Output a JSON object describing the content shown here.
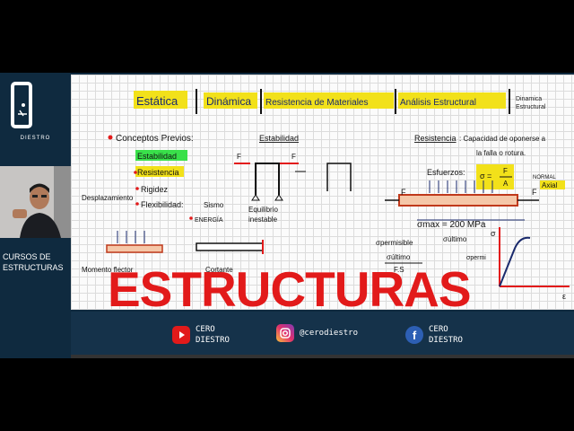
{
  "video": {
    "progress": 0.0
  },
  "sidebar": {
    "brand": "DIESTRO",
    "course_label_1": "CURSOS DE",
    "course_label_2": "ESTRUCTURAS"
  },
  "notes": {
    "t_estatica": "Estática",
    "t_dinamica": "Dinámica",
    "t_resistencia": "Resistencia de Materiales",
    "t_analisis": "Análisis Estructural",
    "t_dinamica_estructural_1": "Dinamica",
    "t_dinamica_estructural_2": "Estructural",
    "conceptos": "Conceptos Previos:",
    "estabilidad_item": "Estabilidad",
    "resistencia_item": "Resistencia",
    "rigidez_item": "Rigidez",
    "flexibilidad_item": "Flexibilidad:",
    "sismo": "Sismo",
    "energia": "ENERGÍA",
    "desplazamiento": "Desplazamiento",
    "estabilidad_head": "Estabilidad",
    "equilibrio": "Equilibrio",
    "inestable": "inestable",
    "resistencia_head": "Resistencia",
    "resistencia_def_1": ": Capacidad de oponerse a",
    "resistencia_def_2": "la falla o rotura.",
    "esfuerzos": "Esfuerzos:",
    "sigma_eq": "σ =",
    "frac_f": "F",
    "frac_a": "A",
    "normal": "NORMAL",
    "axial": "Axial",
    "sigma_max": "σmax = 200 MPa",
    "sigma_permisible": "σpermisible",
    "sigma_ultimo": "σúltimo",
    "sigma_ultimo2": "σúltimo",
    "fs": "F.S",
    "sigma_axis": "σ",
    "sigma_permisible2": "σpermi",
    "epsilon": "ε",
    "force_f": "F",
    "force_f2": "F",
    "force_f3": "F",
    "force_f4": "F",
    "momento": "Momento flector",
    "cortante": "Cortante"
  },
  "overlay": {
    "title": "ESTRUCTURAS"
  },
  "footer": {
    "youtube": {
      "icon": "youtube-icon",
      "line1": "CERO",
      "line2": "DIESTRO"
    },
    "instagram": {
      "icon": "instagram-icon",
      "line1": "@cerodiestro"
    },
    "facebook": {
      "icon": "facebook-icon",
      "line1": "CERO",
      "line2": "DIESTRO"
    }
  },
  "colors": {
    "accent_red": "#e21a1a",
    "highlight_yellow": "#f2e11a",
    "highlight_green": "#39e04a",
    "panel": "#0f2a3f"
  }
}
